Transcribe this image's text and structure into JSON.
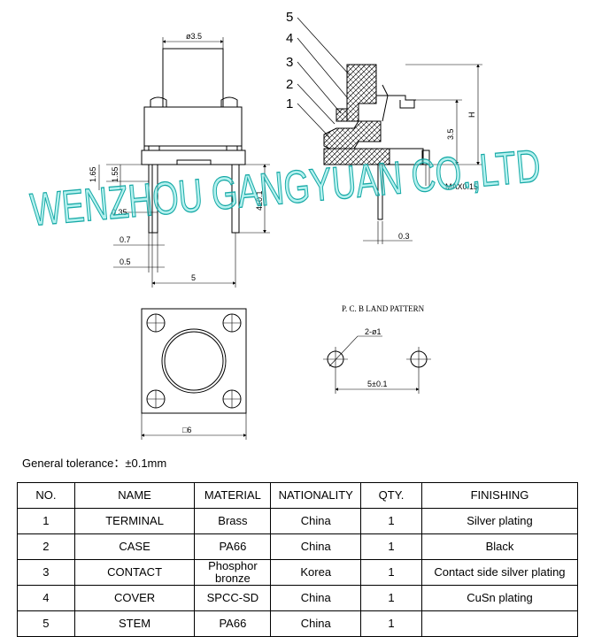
{
  "drawing": {
    "watermark": "WENZHOU GANGYUAN CO.,LTD",
    "callouts": [
      "5",
      "4",
      "3",
      "2",
      "1"
    ],
    "front_view": {
      "dia_stem": "ø3.5",
      "dim_165": "1.65",
      "dim_155": "1.55",
      "dim_035": "0.35",
      "dim_07": "0.7",
      "dim_05": "0.5",
      "dim_5": "5",
      "dim_4": "4±0.1"
    },
    "side_view": {
      "dim_H": "H",
      "dim_35": "3.5",
      "dim_max": "MAX0.15",
      "dim_03": "0.3"
    },
    "top_view": {
      "dim_6": "□6"
    },
    "pcb": {
      "title": "P. C. B LAND PATTERN",
      "hole": "2-ø1",
      "pitch": "5±0.1"
    }
  },
  "general_tolerance": "General tolerance：±0.1mm",
  "table": {
    "headers": [
      "NO.",
      "NAME",
      "MATERIAL",
      "NATIONALITY",
      "QTY.",
      "FINISHING"
    ],
    "rows": [
      {
        "no": "1",
        "name": "TERMINAL",
        "material": "Brass",
        "nationality": "China",
        "qty": "1",
        "finishing": "Silver plating"
      },
      {
        "no": "2",
        "name": "CASE",
        "material": "PA66",
        "nationality": "China",
        "qty": "1",
        "finishing": "Black"
      },
      {
        "no": "3",
        "name": "CONTACT",
        "material": "Phosphor bronze",
        "nationality": "Korea",
        "qty": "1",
        "finishing": "Contact side silver plating"
      },
      {
        "no": "4",
        "name": "COVER",
        "material": "SPCC-SD",
        "nationality": "China",
        "qty": "1",
        "finishing": "CuSn plating"
      },
      {
        "no": "5",
        "name": "STEM",
        "material": "PA66",
        "nationality": "China",
        "qty": "1",
        "finishing": ""
      }
    ]
  }
}
